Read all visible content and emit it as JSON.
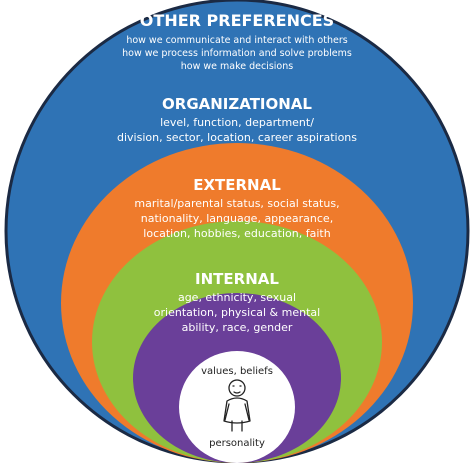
{
  "rings": [
    {
      "title": "OTHER PREFERENCES",
      "lines": [
        "how we communicate and interact with others",
        "how we process information and solve problems",
        "how we make decisions"
      ],
      "color": "#2f73b5"
    },
    {
      "title": "ORGANIZATIONAL",
      "lines": [
        "level, function, department/",
        "division, sector, location, career aspirations"
      ],
      "color": "#ef7b2c"
    },
    {
      "title": "EXTERNAL",
      "lines": [
        "marital/parental status, social status,",
        "nationality, language, appearance,",
        "location, hobbies, education, faith"
      ],
      "color": "#8fc13e"
    },
    {
      "title": "INTERNAL",
      "lines": [
        "age, ethnicity, sexual",
        "orientation, physical & mental",
        "ability, race, gender"
      ],
      "color": "#6a3f99"
    }
  ],
  "core": {
    "top": "values, beliefs",
    "bottom": "personality",
    "icon": "person-icon",
    "color": "#ffffff"
  },
  "outline_color": "#1b2a44"
}
